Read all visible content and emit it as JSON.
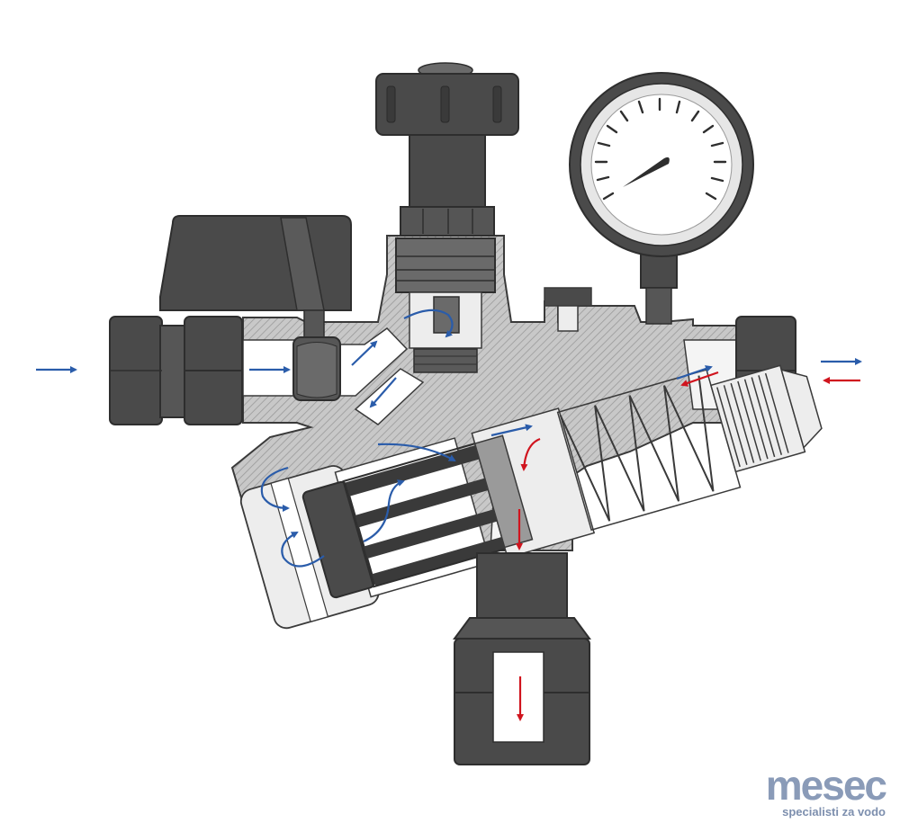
{
  "diagram": {
    "subject": "valve-cutaway",
    "colors": {
      "body": "#c8c8c8",
      "body_hatch": "#9a9a9a",
      "outline": "#3a3a3a",
      "dark_part": "#4a4a4a",
      "darker_part": "#3a3a3a",
      "light_part": "#ededed",
      "flow_blue": "#2a5caa",
      "flow_red": "#d0141e"
    }
  },
  "logo": {
    "word": "mesec",
    "tagline": "specialisti za vodo",
    "color": "#8a9bb8",
    "tagline_color": "#7d8fae"
  }
}
